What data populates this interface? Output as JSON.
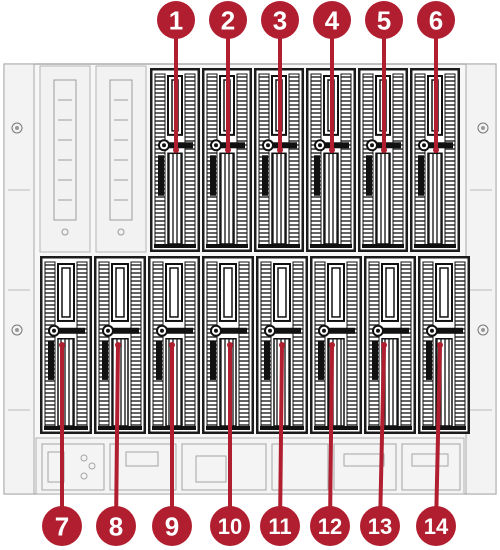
{
  "callout_color": "#b01e2f",
  "callout_text_color": "#ffffff",
  "top_callouts": [
    "1",
    "2",
    "3",
    "4",
    "5",
    "6"
  ],
  "bottom_callouts": [
    "7",
    "8",
    "9",
    "10",
    "11",
    "12",
    "13",
    "14"
  ]
}
